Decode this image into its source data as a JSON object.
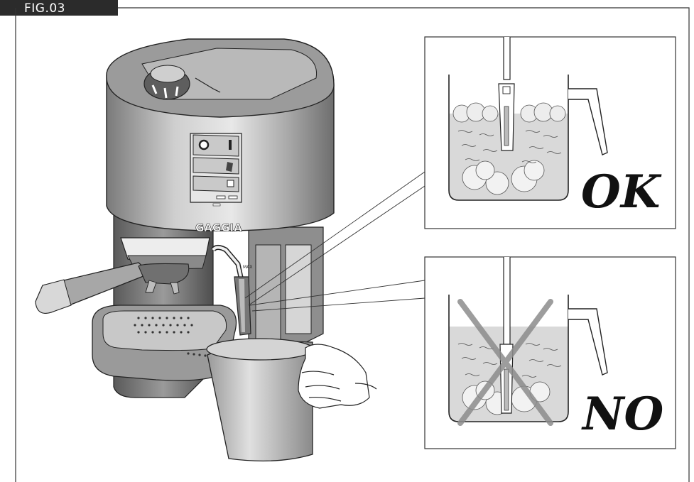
{
  "figure": {
    "label": "FIG.03"
  },
  "machine": {
    "brand": "GAGGIA",
    "steam_marker": "MAX"
  },
  "panels": [
    {
      "verdict": "OK"
    },
    {
      "verdict": "NO"
    }
  ]
}
